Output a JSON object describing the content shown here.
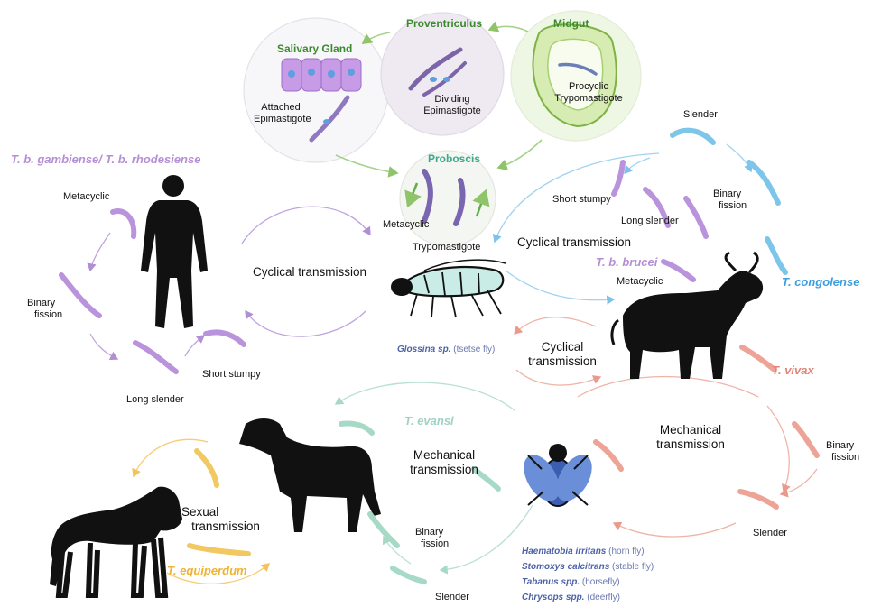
{
  "organs": {
    "salivary": "Salivary Gland",
    "proventriculus": "Proventriculus",
    "midgut": "Midgut",
    "proboscis": "Proboscis"
  },
  "stages": {
    "attached_1": "Attached",
    "attached_2": "Epimastigote",
    "dividing_1": "Dividing",
    "dividing_2": "Epimastigote",
    "procyclic_1": "Procyclic",
    "procyclic_2": "Trypomastigote",
    "metacyclic_fly": "Metacyclic",
    "trypomastigote": "Trypomastigote",
    "metacyclic_human": "Metacyclic",
    "binary_h_1": "Binary",
    "binary_h_2": "fission",
    "long_slender_h": "Long  slender",
    "short_stumpy_h": "Short stumpy",
    "short_stumpy_c": "Short stumpy",
    "long_slender_c": "Long  slender",
    "slender_c": "Slender",
    "binary_c_1": "Binary",
    "binary_c_2": "fission",
    "metacyclic_c": "Metacyclic",
    "binary_v_1": "Binary",
    "binary_v_2": "fission",
    "slender_v": "Slender",
    "binary_e_1": "Binary",
    "binary_e_2": "fission",
    "slender_e": "Slender"
  },
  "transmission": {
    "cyclical_human": "Cyclical transmission",
    "cyclical_cattle": "Cyclical transmission",
    "cyclical_mid_1": "Cyclical",
    "cyclical_mid_2": "transmission",
    "mech_cattle_1": "Mechanical",
    "mech_cattle_2": "transmission",
    "mech_horse_1": "Mechanical",
    "mech_horse_2": "transmission",
    "sexual_1": "Sexual",
    "sexual_2": "transmission"
  },
  "species": {
    "gambiense": "T. b. gambiense/ T. b. rhodesiense",
    "brucei": "T. b. brucei",
    "congolense": "T. congolense",
    "vivax": "T. vivax",
    "evansi": "T. evansi",
    "equiperdum": "T. equiperdum"
  },
  "vectors": {
    "glossina": {
      "name": "Glossina sp.",
      "common": "(tsetse fly)"
    },
    "list": [
      {
        "name": "Haematobia irritans",
        "common": "(horn fly)"
      },
      {
        "name": "Stomoxys calcitrans",
        "common": "(stable fly)"
      },
      {
        "name": "Tabanus spp.",
        "common": "(horsefly)"
      },
      {
        "name": "Chrysops spp.",
        "common": "(deerfly)"
      }
    ]
  },
  "colors": {
    "purple": "#b58fd6",
    "blue": "#3d9fe0",
    "red": "#e38578",
    "teal": "#9fd2c4",
    "yellow": "#f0b232",
    "green": "#3b8a2d",
    "vector_blue": "#4d63a8"
  },
  "icons": [
    "human-silhouette-icon",
    "cow-silhouette-icon",
    "horse-silhouette-icon",
    "tsetse-fly-icon",
    "biting-fly-icon"
  ]
}
